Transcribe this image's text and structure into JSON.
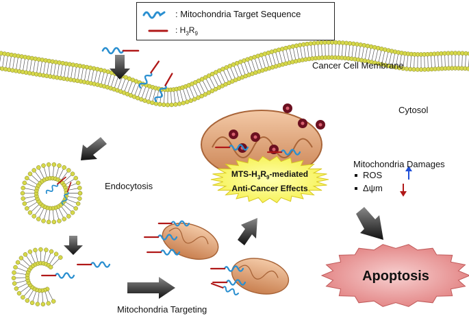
{
  "legend": {
    "mts_label": ": Mitochondria Target Sequence",
    "h3r9_prefix": ": H",
    "h3r9_sub1": "3",
    "h3r9_mid": "R",
    "h3r9_sub2": "9"
  },
  "labels": {
    "membrane": "Cancer Cell Membrane",
    "cytosol": "Cytosol",
    "endocytosis": "Endocytosis",
    "targeting": "Mitochondria Targeting",
    "damages_title": "Mitochondria Damages",
    "ros": "ROS",
    "delta_psi": "Δψm",
    "apoptosis": "Apoptosis"
  },
  "effects": {
    "line1_a": "MTS-H",
    "line1_sub1": "3",
    "line1_b": "R",
    "line1_sub2": "9",
    "line1_c": "-mediated",
    "line2": "Anti-Cancer Effects"
  },
  "colors": {
    "peptide_blue": "#2a8fd0",
    "peptide_red": "#b01818",
    "lipid_head": "#d6d84a",
    "mito_fill": "#e2a57a",
    "vesicle_dot": "#6b1020",
    "starburst": "#ffff66",
    "apoptosis_fill": "#e88a8a",
    "up_arrow": "#1f4fd8",
    "down_arrow": "#b01818"
  }
}
